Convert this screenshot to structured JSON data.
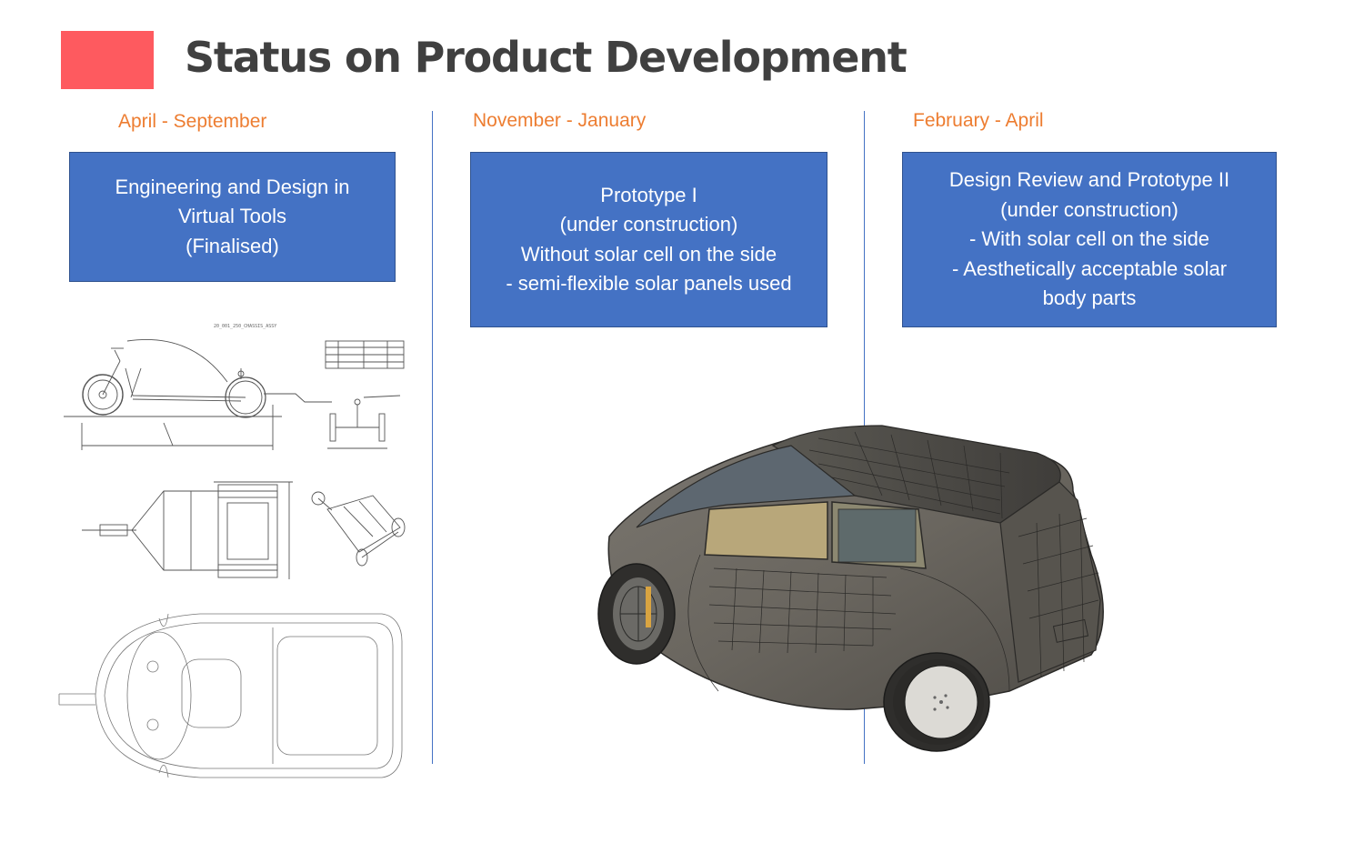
{
  "slide": {
    "title": "Status on Product Development",
    "accent_color": "#fe5a5f",
    "phase_color": "#4472c4",
    "period_color": "#ed7d31"
  },
  "phases": [
    {
      "period": "April - September",
      "box_lines": [
        "Engineering and Design in",
        "Virtual Tools",
        "(Finalised)"
      ]
    },
    {
      "period": "November - January",
      "box_lines": [
        "Prototype I",
        "(under construction)",
        "Without solar cell on the side",
        "- semi-flexible solar panels used"
      ]
    },
    {
      "period": "February - April",
      "box_lines": [
        "Design Review and Prototype II",
        "(under construction)",
        "- With solar cell on the side",
        "- Aesthetically acceptable solar",
        "body parts"
      ]
    }
  ],
  "drawing_sheet": {
    "sheet_code": "20_001_250_CHASSIS_ASSY"
  },
  "vehicle_render": {
    "description_icon": "solar-vehicle-3d-render"
  }
}
